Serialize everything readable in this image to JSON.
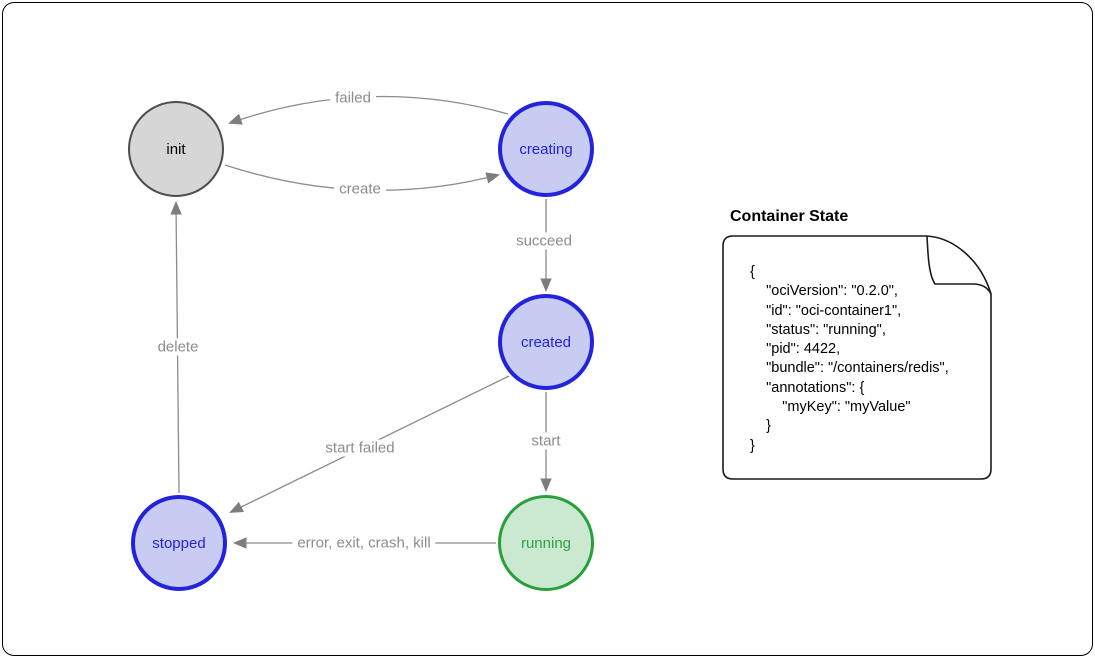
{
  "window": {
    "background": "#ffffff",
    "frame_border_color": "#000000"
  },
  "diagram": {
    "type": "state-machine",
    "edge_color": "#8c8c8c",
    "edge_label_color": "#8c8c8c",
    "nodes": [
      {
        "id": "init",
        "label": "init",
        "fill": "#d6d6d6",
        "stroke": "#4d4d4d",
        "text_color": "#000000"
      },
      {
        "id": "creating",
        "label": "creating",
        "fill": "#c9ccf2",
        "stroke": "#2323dd",
        "text_color": "#2323dd"
      },
      {
        "id": "created",
        "label": "created",
        "fill": "#c9ccf2",
        "stroke": "#2323dd",
        "text_color": "#2323dd"
      },
      {
        "id": "stopped",
        "label": "stopped",
        "fill": "#c9ccf2",
        "stroke": "#2323dd",
        "text_color": "#2323dd"
      },
      {
        "id": "running",
        "label": "running",
        "fill": "#cbe8d1",
        "stroke": "#28a03a",
        "text_color": "#2fa146"
      }
    ],
    "edges": [
      {
        "label": "failed",
        "from": "creating",
        "to": "init"
      },
      {
        "label": "create",
        "from": "init",
        "to": "creating"
      },
      {
        "label": "succeed",
        "from": "creating",
        "to": "created"
      },
      {
        "label": "delete",
        "from": "stopped",
        "to": "init"
      },
      {
        "label": "start failed",
        "from": "created",
        "to": "stopped"
      },
      {
        "label": "start",
        "from": "created",
        "to": "running"
      },
      {
        "label": "error, exit, crash, kill",
        "from": "running",
        "to": "stopped"
      }
    ]
  },
  "note": {
    "title": "Container State",
    "body_lines": [
      "{",
      "    \"ociVersion\": \"0.2.0\",",
      "    \"id\": \"oci-container1\",",
      "    \"status\": \"running\",",
      "    \"pid\": 4422,",
      "    \"bundle\": \"/containers/redis\",",
      "    \"annotations\": {",
      "        \"myKey\": \"myValue\"",
      "    }",
      "}"
    ]
  }
}
